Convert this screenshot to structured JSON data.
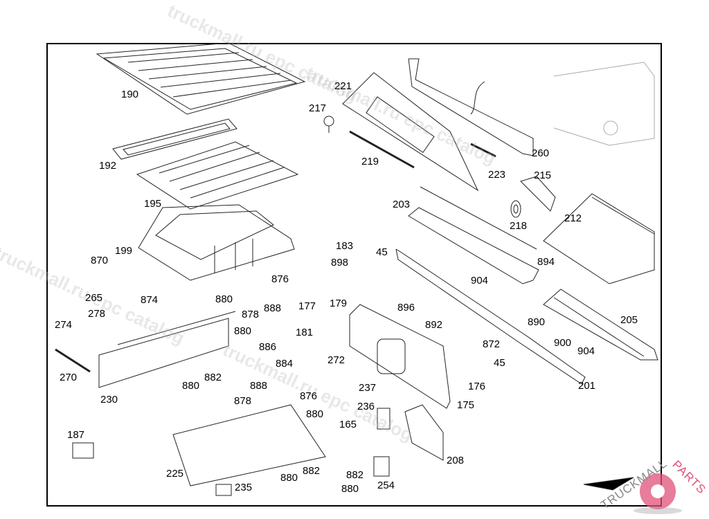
{
  "watermarks": [
    "truckmall.ru epc catalog",
    "truckmall.ru epc catalog",
    "truckmall.ru epc catalog",
    "truckmall.ru epc catalog"
  ],
  "logo": {
    "text_a": "TRUCKMALL",
    "text_b": "PARTS",
    "color_a": "#888888",
    "color_b": "#e0507a"
  },
  "labels": [
    "190",
    "192",
    "195",
    "199",
    "870",
    "265",
    "874",
    "278",
    "274",
    "270",
    "230",
    "880",
    "878",
    "876",
    "888",
    "880",
    "886",
    "884",
    "882",
    "880",
    "221",
    "217",
    "219",
    "260",
    "223",
    "215",
    "218",
    "203",
    "212",
    "183",
    "45",
    "898",
    "894",
    "904",
    "177",
    "179",
    "181",
    "896",
    "892",
    "890",
    "205",
    "872",
    "900",
    "904",
    "45",
    "272",
    "176",
    "201",
    "237",
    "236",
    "175",
    "888",
    "878",
    "876",
    "880",
    "165",
    "187",
    "208",
    "225",
    "880",
    "882",
    "882",
    "880",
    "235",
    "254"
  ]
}
